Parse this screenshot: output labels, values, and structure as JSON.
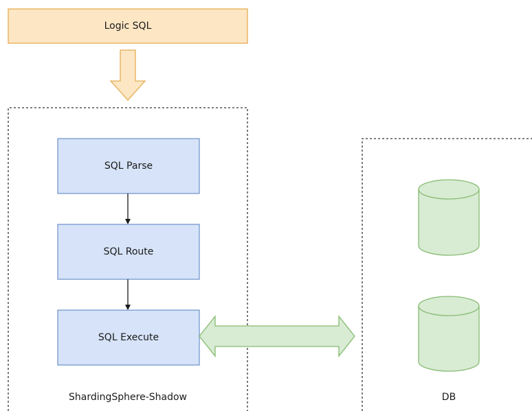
{
  "diagram": {
    "input": {
      "label": "Logic SQL"
    },
    "shadow_container": {
      "label": "ShardingSphere-Shadow",
      "steps": [
        {
          "label": "SQL Parse"
        },
        {
          "label": "SQL Route"
        },
        {
          "label": "SQL Execute"
        }
      ]
    },
    "db_container": {
      "label": "DB",
      "databases": [
        {
          "label": ""
        },
        {
          "label": ""
        }
      ]
    },
    "colors": {
      "input_fill": "#fde6c4",
      "input_stroke": "#e3ad52",
      "step_fill": "#d6e3f8",
      "step_stroke": "#7597cd",
      "db_fill": "#d8ebd3",
      "db_stroke": "#86bb71",
      "connector_fill": "#d8ebd3",
      "connector_stroke": "#86bb71",
      "container_stroke": "#333333"
    }
  }
}
